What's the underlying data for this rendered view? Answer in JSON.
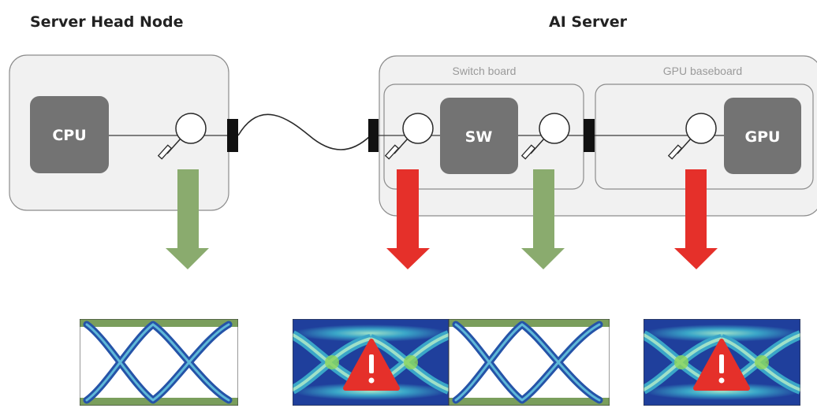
{
  "titles": {
    "head_node": "Server Head Node",
    "ai_server": "AI Server"
  },
  "regions": {
    "switch_board": "Switch board",
    "gpu_baseboard": "GPU baseboard"
  },
  "chips": {
    "cpu": "CPU",
    "sw": "SW",
    "gpu": "GPU"
  },
  "probes": [
    "magnifier-icon",
    "magnifier-icon",
    "magnifier-icon",
    "magnifier-icon"
  ],
  "status_colors": {
    "good": "#8aab6e",
    "bad": "#e5302a"
  },
  "eye_diagrams": [
    {
      "status": "good"
    },
    {
      "status": "bad"
    },
    {
      "status": "good"
    },
    {
      "status": "bad"
    }
  ]
}
